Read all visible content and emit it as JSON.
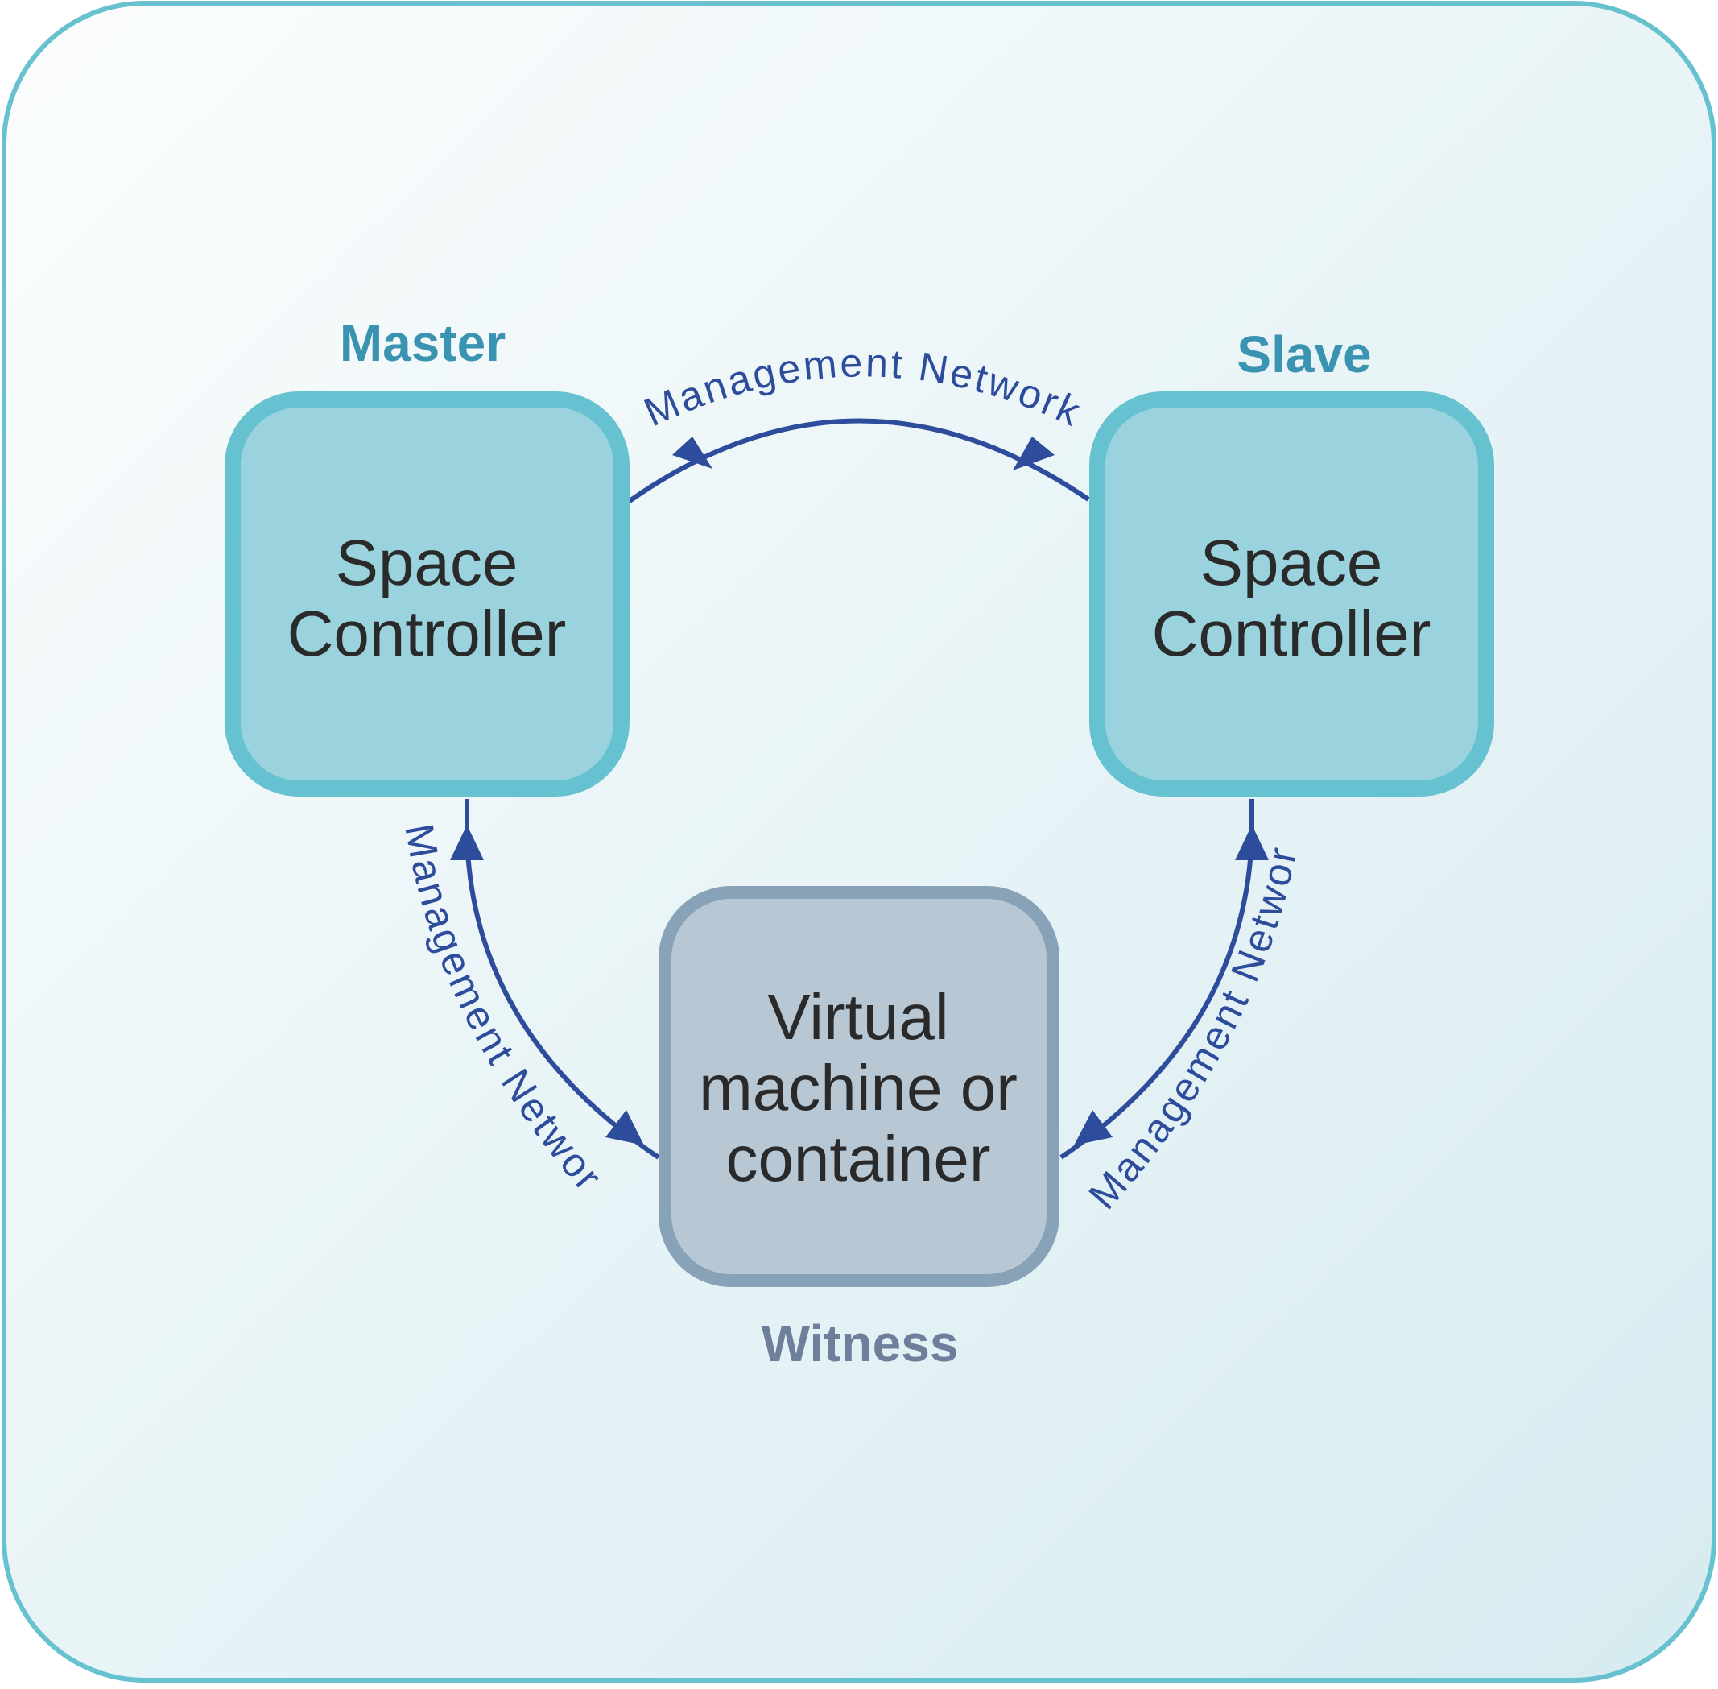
{
  "colors": {
    "frame_border": "#67c1cf",
    "background_top": "#fbfdfd",
    "background_bottom": "#d6ebf0",
    "controller_fill": "#9ad3de",
    "controller_border": "#66c2d0",
    "witness_fill": "#b7c7d4",
    "witness_border": "#88a2b8",
    "connector": "#2e4c9c",
    "role_label_accent": "#3a94b1",
    "witness_label": "#6d7f9b"
  },
  "nodes": {
    "master": {
      "role_label": "Master",
      "line1": "Space",
      "line2": "Controller"
    },
    "slave": {
      "role_label": "Slave",
      "line1": "Space",
      "line2": "Controller"
    },
    "witness": {
      "role_label": "Witness",
      "line1": "Virtual",
      "line2": "machine or",
      "line3": "container"
    }
  },
  "links": {
    "master_slave": "Management Network",
    "master_witness": "Management Network",
    "slave_witness": "Management Network"
  }
}
